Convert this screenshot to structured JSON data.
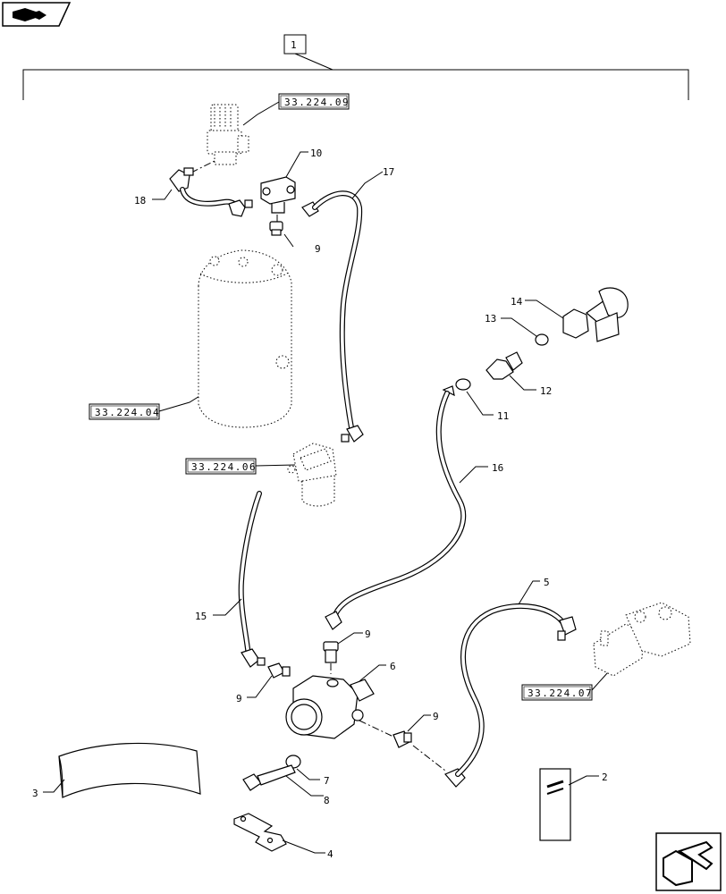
{
  "nav_prev_icon": "prev-page-icon",
  "nav_next_icon": "next-page-icon",
  "assembly": {
    "label": "1"
  },
  "references": {
    "r1": "33.224.09",
    "r2": "33.224.04",
    "r3": "33.224.06",
    "r4": "33.224.07"
  },
  "callouts": {
    "c2": "2",
    "c3": "3",
    "c4": "4",
    "c5": "5",
    "c6": "6",
    "c7": "7",
    "c8": "8",
    "c9a": "9",
    "c9b": "9",
    "c9c": "9",
    "c9d": "9",
    "c10": "10",
    "c11": "11",
    "c12": "12",
    "c13": "13",
    "c14": "14",
    "c15": "15",
    "c16": "16",
    "c17": "17",
    "c18": "18"
  }
}
